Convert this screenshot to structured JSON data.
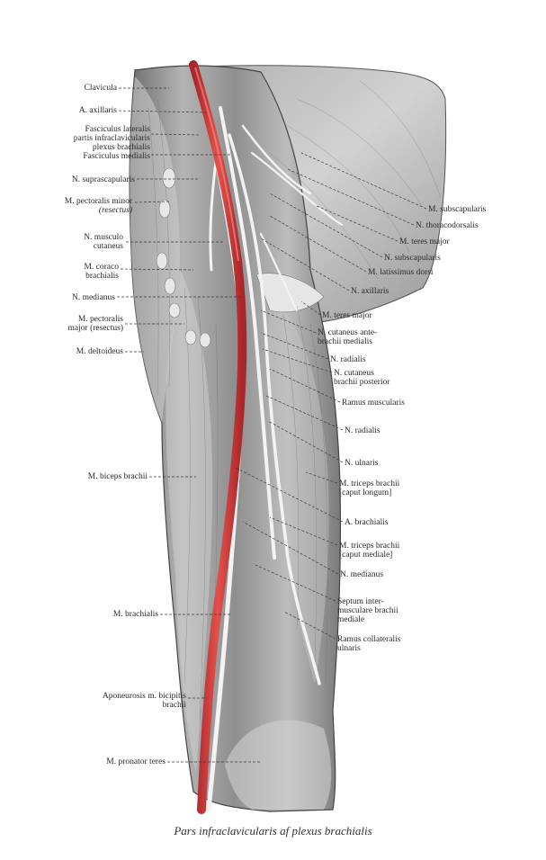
{
  "caption": "Pars infraclavicularis af plexus brachialis",
  "colors": {
    "artery": "#d8453f",
    "nerve": "#f0eeee",
    "muscle": "#8a8a8a",
    "background": "#ffffff"
  },
  "left_labels": [
    {
      "id": "clavicula",
      "lines": [
        "Clavicula"
      ]
    },
    {
      "id": "a-axillaris",
      "lines": [
        "A. axillaris"
      ]
    },
    {
      "id": "fasciculus-lateralis",
      "lines": [
        "Fasciculus lateralis",
        "partis infraclavicularis",
        "plexus brachialis"
      ]
    },
    {
      "id": "fasciculus-medialis",
      "lines": [
        "Fasciculus medialis"
      ]
    },
    {
      "id": "n-suprascapularis",
      "lines": [
        "N. suprascapularis"
      ]
    },
    {
      "id": "m-pectoralis-minor",
      "lines": [
        "M. pectoralis minor",
        "(resectus)"
      ]
    },
    {
      "id": "n-musculocutaneus",
      "lines": [
        "N. musculo",
        "cutaneus"
      ]
    },
    {
      "id": "m-coracobrachialis",
      "lines": [
        "M. coraco",
        "brachialis"
      ]
    },
    {
      "id": "n-medianus-left",
      "lines": [
        "N. medianus"
      ]
    },
    {
      "id": "m-pectoralis-major",
      "lines": [
        "M. pectoralis",
        "major (resectus)"
      ]
    },
    {
      "id": "m-deltoideus",
      "lines": [
        "M. deltoideus"
      ]
    },
    {
      "id": "m-biceps-brachii",
      "lines": [
        "M. biceps brachii"
      ]
    },
    {
      "id": "m-brachialis",
      "lines": [
        "M. brachialis"
      ]
    },
    {
      "id": "aponeurosis",
      "lines": [
        "Aponeurosis m. bicipitis",
        "brachii"
      ]
    },
    {
      "id": "m-pronator-teres",
      "lines": [
        "M. pronator teres"
      ]
    }
  ],
  "right_labels": [
    {
      "id": "m-subscapularis",
      "lines": [
        "M. subscapularis"
      ]
    },
    {
      "id": "n-thoracodorsalis",
      "lines": [
        "N. thoracodorsalis"
      ]
    },
    {
      "id": "m-teres-major-1",
      "lines": [
        "M. teres major"
      ]
    },
    {
      "id": "n-subscapularis",
      "lines": [
        "N. subscapularis"
      ]
    },
    {
      "id": "m-latissimus-dorsi",
      "lines": [
        "M. latissimus dorsi"
      ]
    },
    {
      "id": "n-axillaris",
      "lines": [
        "N. axillaris"
      ]
    },
    {
      "id": "m-teres-major-2",
      "lines": [
        "M. teres major"
      ]
    },
    {
      "id": "n-cutaneus-antebrachii-medialis",
      "lines": [
        "N. cutaneus ante-",
        "brachii medialis"
      ]
    },
    {
      "id": "n-radialis-1",
      "lines": [
        "N. radialis"
      ]
    },
    {
      "id": "n-cutaneus-brachii-posterior",
      "lines": [
        "N. cutaneus",
        "brachii posterior"
      ]
    },
    {
      "id": "ramus-muscularis",
      "lines": [
        "Ramus muscularis"
      ]
    },
    {
      "id": "n-radialis-2",
      "lines": [
        "N. radialis"
      ]
    },
    {
      "id": "n-ulnaris",
      "lines": [
        "N. ulnaris"
      ]
    },
    {
      "id": "m-triceps-caput-longum",
      "lines": [
        "M. triceps brachii",
        "[caput longum]"
      ]
    },
    {
      "id": "a-brachialis",
      "lines": [
        "A. brachialis"
      ]
    },
    {
      "id": "m-triceps-caput-mediale",
      "lines": [
        "M. triceps brachii",
        "[caput mediale]"
      ]
    },
    {
      "id": "n-medianus-right",
      "lines": [
        "N. medianus"
      ]
    },
    {
      "id": "septum",
      "lines": [
        "Septum inter-",
        "musculare brachii",
        "mediale"
      ]
    },
    {
      "id": "ramus-collateralis-ulnaris",
      "lines": [
        "Ramus collateralis",
        "ulnaris"
      ]
    }
  ]
}
